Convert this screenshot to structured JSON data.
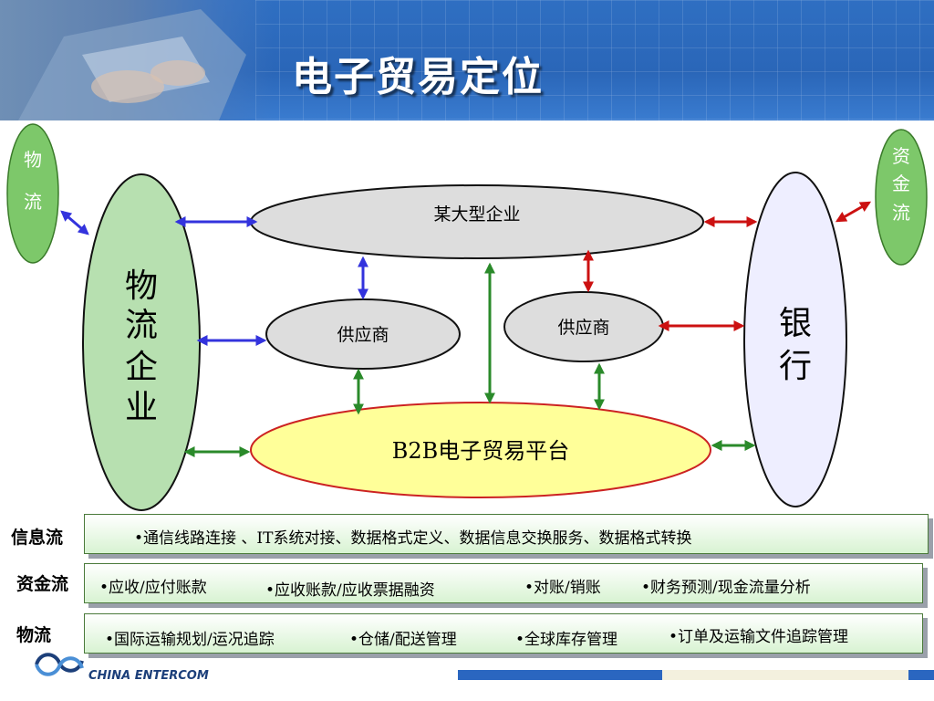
{
  "header": {
    "title": "电子贸易定位"
  },
  "diagram": {
    "left_bubble": [
      "物",
      "流"
    ],
    "right_bubble": [
      "资",
      "金",
      "流"
    ],
    "logistics_enterprise": [
      "物",
      "流",
      "企",
      "业"
    ],
    "bank": [
      "银",
      "行"
    ],
    "big_enterprise": "某大型企业",
    "supplier_left": "供应商",
    "supplier_right": "供应商",
    "b2b_platform": "B2B电子贸易平台"
  },
  "rows": {
    "info": {
      "label": "信息流",
      "items": [
        "•通信线路连接 、IT系统对接、数据格式定义、数据信息交换服务、数据格式转换"
      ]
    },
    "capital": {
      "label": "资金流",
      "items": [
        "•应收/应付账款",
        "•应收账款/应收票据融资",
        "•对账/销账",
        "•财务预测/现金流量分析"
      ]
    },
    "logistics": {
      "label": "物流",
      "items": [
        "•国际运输规划/运况追踪",
        "•仓储/配送管理",
        "•全球库存管理",
        "•订单及运输文件追踪管理"
      ]
    }
  },
  "footer": {
    "logo_text": "CHINA ENTERCOM"
  },
  "colors": {
    "blue_arrow": "#3333dd",
    "red_arrow": "#cc1111",
    "green_arrow": "#2a8a2a",
    "bubble_green": "#7dc86a",
    "bank_fill": "#eeeeff",
    "platform_fill": "#ffff99"
  }
}
